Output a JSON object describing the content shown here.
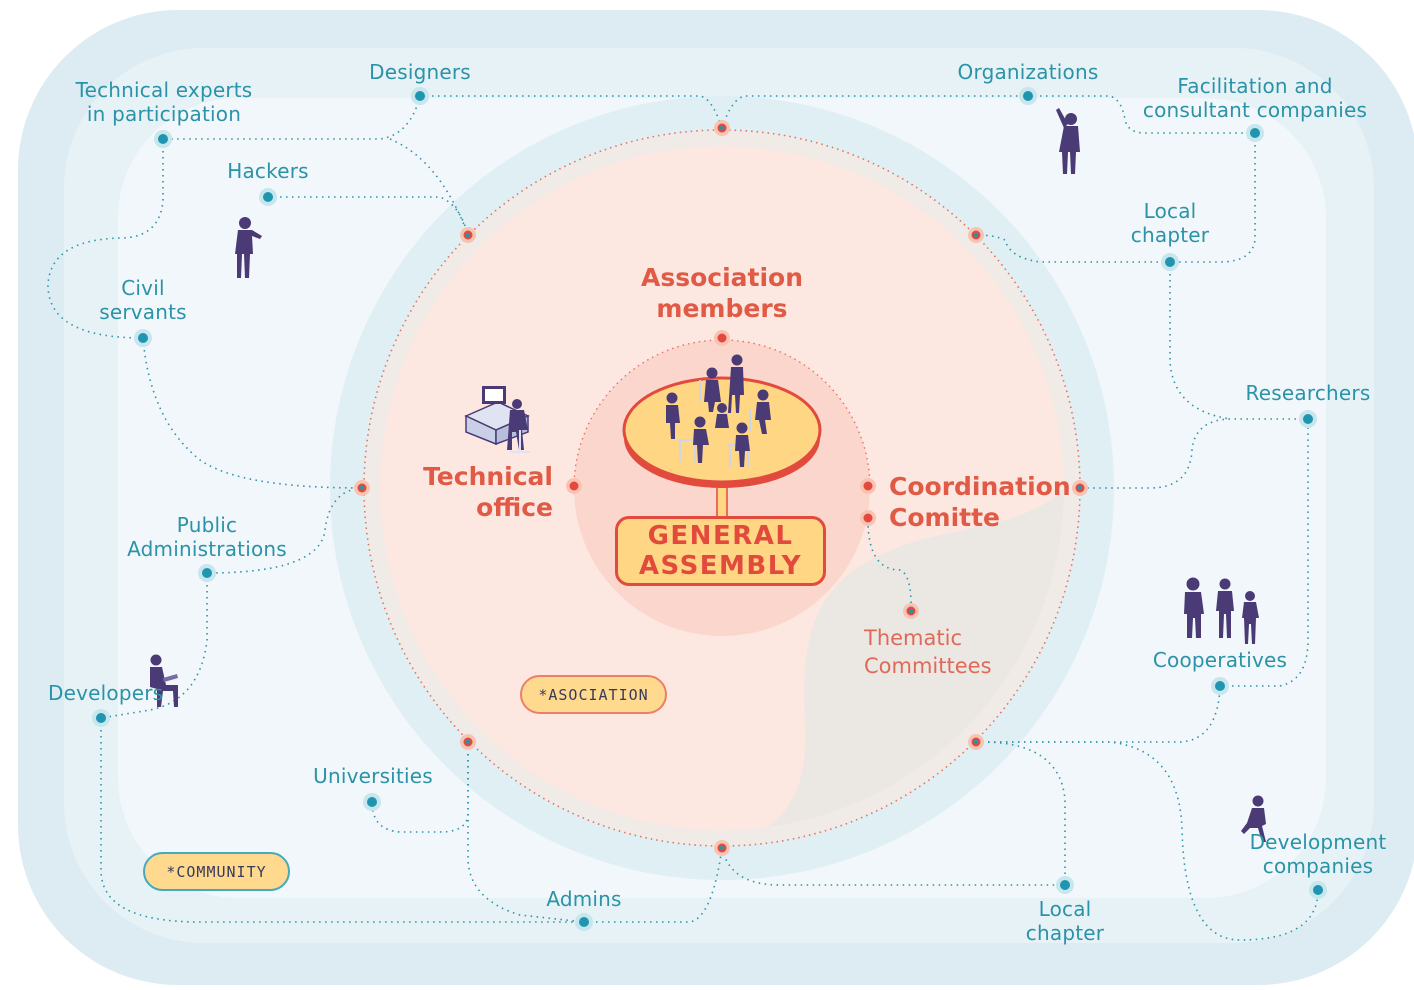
{
  "core": {
    "association_members": "Association\nmembers",
    "technical_office": "Technical\noffice",
    "coordination_committee": "Coordination\nComitte",
    "general_assembly": [
      "GENERAL",
      "ASSEMBLY"
    ],
    "thematic_committees": "Thematic\nCommittees"
  },
  "tags": {
    "association": "*ASOCIATION",
    "community": "*COMMUNITY"
  },
  "actors": {
    "technical_experts": "Technical experts\nin participation",
    "designers": "Designers",
    "hackers": "Hackers",
    "civil_servants": "Civil\nservants",
    "public_administrations": "Public\nAdministrations",
    "developers": "Developers",
    "universities": "Universities",
    "admins": "Admins",
    "local_chapter_bottom": "Local\nchapter",
    "organizations": "Organizations",
    "facilitation": "Facilitation and\nconsultant companies",
    "local_chapter_top": "Local\nchapter",
    "researchers": "Researchers",
    "cooperatives": "Cooperatives",
    "development_companies": "Development\ncompanies"
  },
  "colors": {
    "outer_ring": "#dcecf2",
    "middle_ring": "#e7f2f6",
    "inner_field": "#f1f7fa",
    "association_ring": "#dfeff4",
    "association_fill": "#fce7e1",
    "assembly_halo": "#fbd6cc",
    "table_top": "#ffd684",
    "accent_red": "#e14a3c",
    "teal": "#2a93a8",
    "people": "#4a3a75",
    "grey_region": "#ebe7e3"
  },
  "icons": [
    "person-icon",
    "desk-computer-icon",
    "meeting-table-icon"
  ]
}
